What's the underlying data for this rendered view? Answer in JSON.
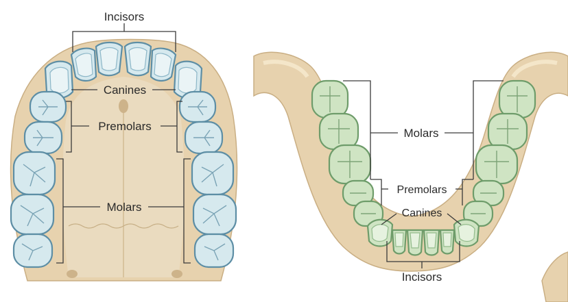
{
  "upper_arch": {
    "incisors_label": "Incisors",
    "canines_label": "Canines",
    "premolars_label": "Premolars",
    "molars_label": "Molars"
  },
  "lower_arch": {
    "molars_label": "Molars",
    "premolars_label": "Premolars",
    "canines_label": "Canines",
    "incisors_label": "Incisors"
  },
  "colors": {
    "upper_tooth": "#d6e9ee",
    "lower_tooth": "#cfe4c3",
    "bone": "#e7d2ae"
  }
}
